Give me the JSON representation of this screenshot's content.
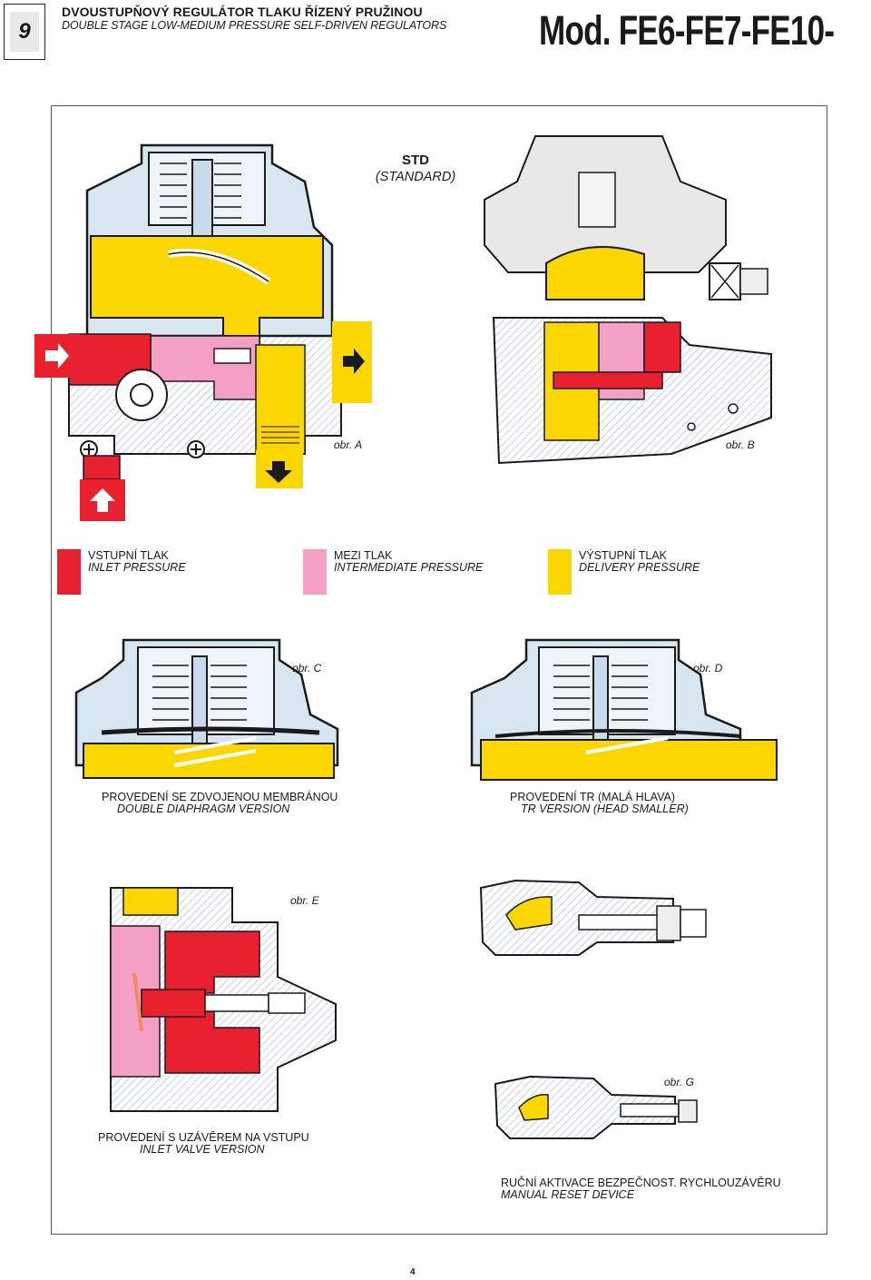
{
  "header": {
    "page_number": "9",
    "title_cz": "DVOUSTUPŇOVÝ REGULÁTOR TLAKU  ŘÍZENÝ PRUŽINOU",
    "title_en": "DOUBLE STAGE LOW-MEDIUM PRESSURE SELF-DRIVEN REGULATORS",
    "model": "Mod. FE6-FE7-FE10-"
  },
  "std": {
    "title": "STD",
    "subtitle": "(STANDARD)"
  },
  "figures": {
    "a": "obr. A",
    "b": "obr. B",
    "c": "obr. C",
    "d": "obr. D",
    "e": "obr. E",
    "g": "obr. G"
  },
  "legend": [
    {
      "cz": "VSTUPNÍ TLAK",
      "en": "INLET PRESSURE",
      "color": "#e8202f"
    },
    {
      "cz": "MEZI TLAK",
      "en": "INTERMEDIATE PRESSURE",
      "color": "#f4a0c5"
    },
    {
      "cz": "VÝSTUPNÍ TLAK",
      "en": "DELIVERY PRESSURE",
      "color": "#fcd600"
    }
  ],
  "captions": {
    "c_cz": "PROVEDENÍ SE ZDVOJENOU MEMBRÁNOU",
    "c_en": "DOUBLE DIAPHRAGM VERSION",
    "d_cz": "PROVEDENÍ TR (MALÁ HLAVA)",
    "d_en": "TR VERSION (HEAD SMALLER)",
    "e_cz": "PROVEDENÍ S UZÁVĚREM NA VSTUPU",
    "e_en": "INLET VALVE VERSION",
    "g_cz": "RUČNÍ AKTIVACE BEZPEČNOST. RYCHLOUZÁVĚRU",
    "g_en": "MANUAL RESET DEVICE"
  },
  "colors": {
    "inlet": "#e8202f",
    "intermediate": "#f4a0c5",
    "delivery": "#fcd600",
    "metal": "#d8e6f2",
    "outline": "#1a1a1a"
  },
  "footer": {
    "page": "4"
  }
}
